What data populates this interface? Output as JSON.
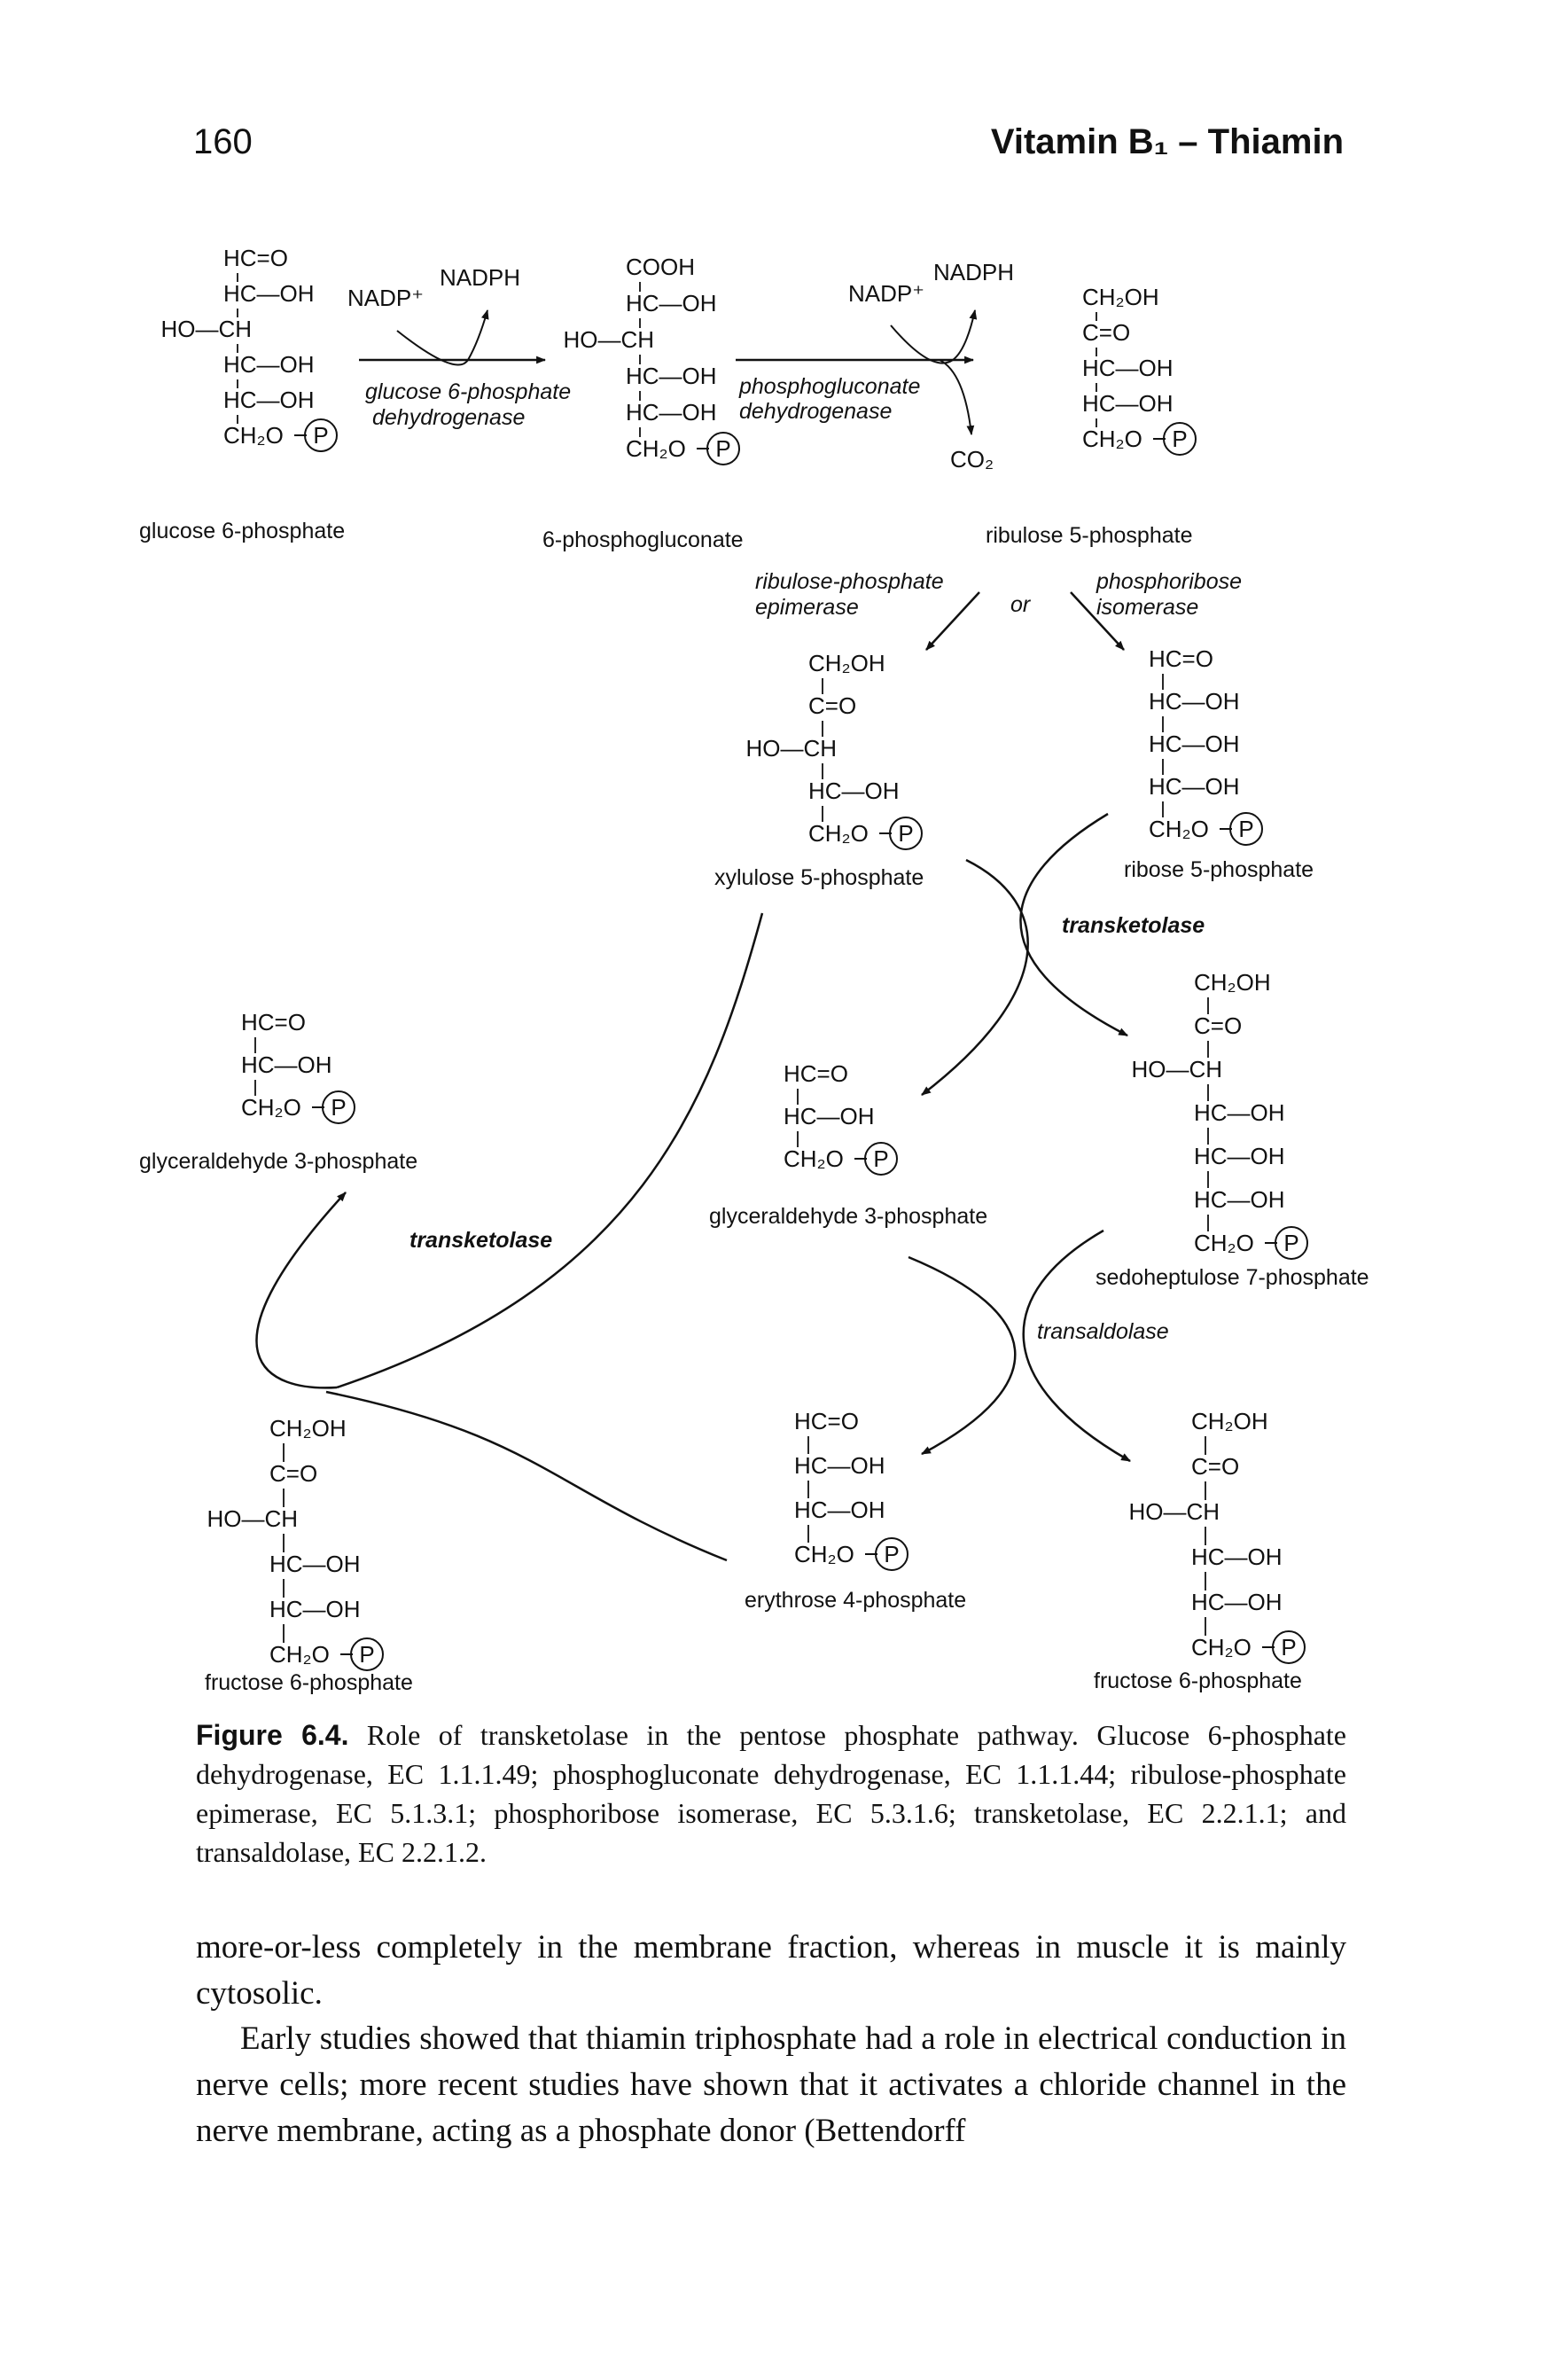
{
  "header": {
    "page_number": "160",
    "running_title": "Vitamin B₁ – Thiamin"
  },
  "diagram": {
    "compounds": {
      "glucose_6_phosphate": {
        "name": "glucose 6-phosphate",
        "formula": [
          "HC=O",
          "HC—OH",
          "HO—CH",
          "HC—OH",
          "HC—OH",
          "CH₂O"
        ]
      },
      "phosphogluconate_6": {
        "name": "6-phosphogluconate",
        "formula": [
          "COOH",
          "HC—OH",
          "HO—CH",
          "HC—OH",
          "HC—OH",
          "CH₂O"
        ]
      },
      "ribulose_5_phosphate": {
        "name": "ribulose 5-phosphate",
        "formula": [
          "CH₂OH",
          "C=O",
          "HC—OH",
          "HC—OH",
          "CH₂O"
        ]
      },
      "xylulose_5_phosphate": {
        "name": "xylulose 5-phosphate",
        "formula": [
          "CH₂OH",
          "C=O",
          "HO—CH",
          "HC—OH",
          "CH₂O"
        ]
      },
      "ribose_5_phosphate": {
        "name": "ribose 5-phosphate",
        "formula": [
          "HC=O",
          "HC—OH",
          "HC—OH",
          "HC—OH",
          "CH₂O"
        ]
      },
      "glyceraldehyde_3_phosphate_left": {
        "name": "glyceraldehyde 3-phosphate",
        "formula": [
          "HC=O",
          "HC—OH",
          "CH₂O"
        ]
      },
      "glyceraldehyde_3_phosphate_mid": {
        "name": "glyceraldehyde 3-phosphate",
        "formula": [
          "HC=O",
          "HC—OH",
          "CH₂O"
        ]
      },
      "sedoheptulose_7_phosphate": {
        "name": "sedoheptulose 7-phosphate",
        "formula": [
          "CH₂OH",
          "C=O",
          "HO—CH",
          "HC—OH",
          "HC—OH",
          "HC—OH",
          "CH₂O"
        ]
      },
      "fructose_6_phosphate_left": {
        "name": "fructose 6-phosphate",
        "formula": [
          "CH₂OH",
          "C=O",
          "HO—CH",
          "HC—OH",
          "HC—OH",
          "CH₂O"
        ]
      },
      "erythrose_4_phosphate": {
        "name": "erythrose 4-phosphate",
        "formula": [
          "HC=O",
          "HC—OH",
          "HC—OH",
          "CH₂O"
        ]
      },
      "fructose_6_phosphate_right": {
        "name": "fructose 6-phosphate",
        "formula": [
          "CH₂OH",
          "C=O",
          "HO—CH",
          "HC—OH",
          "HC—OH",
          "CH₂O"
        ]
      }
    },
    "phosphate_symbol": "P",
    "cofactors": {
      "nadp_plus": "NADP⁺",
      "nadph": "NADPH",
      "co2": "CO₂"
    },
    "enzymes": {
      "g6pd": [
        "glucose 6-phosphate",
        "dehydrogenase"
      ],
      "pgd": [
        "phosphogluconate",
        "dehydrogenase"
      ],
      "rpe": [
        "ribulose-phosphate",
        "epimerase"
      ],
      "rpi": [
        "phosphoribose",
        "isomerase"
      ],
      "or_word": "or",
      "transketolase": "transketolase",
      "transaldolase": "transaldolase"
    }
  },
  "caption": {
    "label": "Figure 6.4.",
    "text": "Role of transketolase in the pentose phosphate pathway. Glucose 6-phosphate dehydrogenase, EC 1.1.1.49; phosphogluconate dehydrogenase, EC 1.1.1.44; ribulose-phosphate epimerase, EC 5.1.3.1; phosphoribose isomerase, EC 5.3.1.6; transketolase, EC 2.2.1.1; and transaldolase, EC 2.2.1.2."
  },
  "body": {
    "paragraph_1": "more-or-less completely in the membrane fraction, whereas in muscle it is mainly cytosolic.",
    "paragraph_2": "Early studies showed that thiamin triphosphate had a role in electrical conduction in nerve cells; more recent studies have shown that it activates a chloride channel in the nerve membrane, acting as a phosphate donor (Bettendorff"
  }
}
